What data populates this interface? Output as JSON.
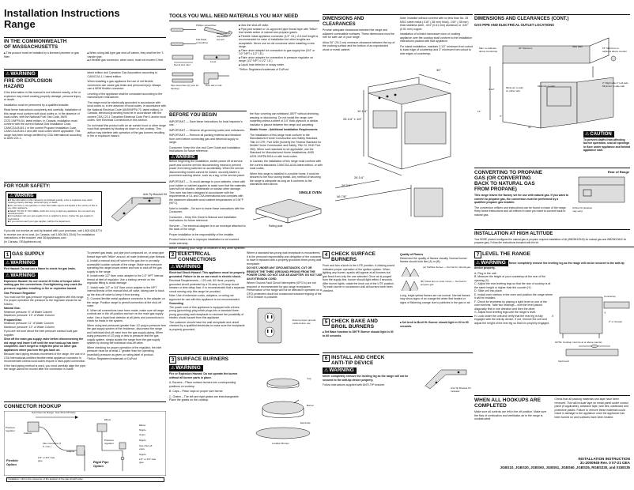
{
  "title": "Installation Instructions\nRange",
  "ma": {
    "heading": "IN THE COMMONWEALTH\nOF MASSACHUSETTS",
    "b1": "This product must be installed by a licensed plumber or gas fitter.",
    "b2": "When using ball type gas shut-off valves, they shall be the T-handle type.",
    "b3": "A flexible gas connector, when used, must not exceed 3 feet."
  },
  "fire": {
    "warn": "WARNING",
    "heading": "FIRE OR EXPLOSION\nHAZARD",
    "p1": "If the information in this manual is not followed exactly, a fire or explosion may result causing property damage, personal injury or death.",
    "p2": "Installation must be performed by a qualified installer.",
    "p3": "Read these instructions completely and carefully. Installation of this range must conform with local codes or, in the absence of local codes, with the National Fuel Gas Code, ANSI Z223.1/NFPA.54, latest edition. In Canada, installation must conform with the current Natural Gas Installation Code, CAN/CGA-B149.1 or the current Propane Installation Code, CAN/CGA-B149.2 and with local codes where applicable. This range has been design-certified by CSA International according to ANSI Z21.1,",
    "p4": "latest edition and Canadian Gas Association according to CAN/CGA-1.1 latest edition.",
    "p5": "When installing a gas appliance the use of old flexible connectors can cause gas leaks and personal injury. Always use a NEW flexible connector.",
    "p6": "Leveling of the appliance shall be conducted according to the manufacturer instructions.",
    "p7": "The range must be electrically grounded in accordance with local codes or, in the absence of local codes, in accordance with the National Electrical Code (ANSI/NFPA 70, latest edition). In Canada, electrical grounding must be in accordance with the current CSA C22.1 Canadian Electrical Code Part 1 and/or local codes. See Electrical Connections in this section.",
    "p8": "Do not install this product with an air curtain hood or other range hood that operates by blowing air down on the cooktop. This airflow may interfere with operation of the gas burners resulting in fire or explosion hazard."
  },
  "safety": {
    "heading": "FOR YOUR SAFETY:",
    "items": [
      "If the information in this manual is not followed exactly, a fire or explosion may result causing property damage, personal injury or death.",
      "Do not store or use gasoline or other flammable vapors and liquids in the vicinity of this or any other appliance.",
      "WHAT TO DO IF YOU SMELL GAS: Do not try to light any appliance. Do not touch any electrical switch.",
      "Immediately call your gas supplier from a neighbor's phone. Follow the gas supplier's instructions.",
      "If you cannot reach your gas supplier, call the fire department."
    ],
    "anti_tip": "Anti-Tip Bracket Kit Included",
    "note": "If you did not receive an anti-tip bracket with your purchase, call 1.800.626.8774 to receive one at no cost. (In Canada, call 1.800.561.3344) For installation instructions of the bracket, visit GEAppliances.com",
    "canada": "(In Canada, GEAppliances.ca)"
  },
  "tools": {
    "heading": "TOOLS YOU WILL NEED MATERIALS YOU MAY NEED",
    "labels": [
      "Phillips screwdriver",
      "Open-end or adjustable wrench",
      "Flat-blade screwdriver",
      "Pencil and ruler",
      "Level",
      "Pipe wrenches (2) (one for backup)",
      "Drill, awl or nail"
    ],
    "materials": [
      "Gas line shut-off valve.",
      "Pipe joint sealant or UL-approved pipe thread tape with Teflon* that resists action of natural and propane gases.",
      "Flexible metal appliance connector (1/2\" I.D.). A 5-foot length is recommended for ease of installation but other lengths are acceptable. Never use an old connector when installing a new range.",
      "Flare union adapter for connection to gas supply line (3/4\" or 1/2\" NPT x 1/2\" I.D.)",
      "Flare union adapter for connection to pressure regulator on range (1/2\" NPT x 1/2\" I.D.)",
      "Liquid leak detector or soapy water."
    ],
    "teflon": "*Teflon: Registered trademark of DuPont"
  },
  "before": {
    "heading": "BEFORE YOU BEGIN",
    "p1": "IMPORTANT — Save these instructions for local inspector's use.",
    "p2": "IMPORTANT — Observe all governing codes and ordinances.",
    "p3": "IMPORTANT — Remove all packing material and literature from oven before connecting gas and electrical supply to range.",
    "p4": "Consumer: Keep this Use and Care Guide and Installation Instructions for future reference.",
    "p5": "Note to Installer – Be sure to leave these instructions with the Consumer.",
    "p6": "Consumer – Keep this Owner's Manual and Installation Instructions for future reference.",
    "p7": "Servicer – The electrical diagram is in an envelope attached to the back of the range.",
    "p8": "Proper installation is the responsibility of the installer.",
    "p9": "Product failure due to improper installation is not covered under warranty.",
    "p10": "Before installing your range on linoleum or any other synthetic floor covering, make sure",
    "warn_text": "Before beginning the installation, switch power off at service panel and lock the service disconnecting means to prevent power from being switched on accidentally. When the service disconnecting means cannot be locked, securely fasten a prominent warning device, such as a tag, to the service panel.",
    "to_avoid": "IMPORTANT — To avoid damage to your cabinets, check with your builder or cabinet supplier to make sure that the materials used will not discolor, delaminate or sustain other damage. This oven has been designed in accordance with the requirements of UL and CSA International and complies with the maximum allowable wood cabinet temperatures of 194°F (90°C)."
  },
  "floor": {
    "p1": "the floor covering can withstand 180°F without shrinking, warping or discoloring. Do not install the range over carpeting unless a sheet of 1/4\" thick plywood or similar insulator is placed between the range and carpeting.",
    "p2": "Mobile Home - Additional Installation Requirements",
    "p3": "The installation of this range must conform to the Manufactured Home Construction and Safety Standard, Title 24 CFR, Part 3280 (formerly the Federal Standard for Mobile Home Construction and Safety, Title 24, HUD Part 280). When such standard is not applicable, use the Standard for Manufactured Home Installations, ANSI A225.1/NFPA 501A or with local codes.",
    "p4": "In Canada, the installation of this range must conform with the current standards CAN/CSA-A240-latest edition, or with local codes.",
    "p5": "When this range is installed in a mobile home, it must be secured to the floor during transit. Any method of securing the range is adequate as long as it conforms to the standards listed above.",
    "single_oven": "SINGLE OVEN",
    "railing": "Railing plate"
  },
  "dims": {
    "heading": "DIMENSIONS AND\nCLEARANCES",
    "p1": "Provide adequate clearances between the range and adjacent combustible surfaces. These dimensions must be met for safe use of your range.",
    "p2": "Allow 30\" (76.2 cm) minimum clearance between the top of the cooking surface and the bottom of an unprotected wood or metal cabinet.",
    "p3": "Note: Installed without covered with no less than No. 28 MSG sheet metal (.015\" (.38 mm) thick), .015\" (.38 mm) thick stainless steel, .024\" (0.61 mm) aluminum or .020\" (0.51 mm) copper.",
    "p4": "Installation of a listed microwave oven or cooking appliance over the cooktop shall conform to the installation instructions packed with that appliance.",
    "p5": "For island installation, maintain 2-1/2\" minimum from cutout to back edge of countertop and 3\" minimum from cutout to side edges of countertop.",
    "w": "30\"",
    "d1": "26 1/4\" ± 1/4\"",
    "d2": "10 1/4\"",
    "d3": "26 1/4\"",
    "d4": "28 3/4\"",
    "d5": "46 7/8\""
  },
  "clearances": {
    "heading": "DIMENSIONS AND CLEARANCES (CONT.)",
    "sub": "GAS PIPE AND ELECTRICAL OUTLET LOCATIONS",
    "labels": [
      "Max. to cabinets above countertop",
      "30\" Minimum",
      "Side Wall",
      "15\" Minimum to cabinets above counter",
      "Minimum to wall on either side",
      "Minimum to wall",
      "2\" Right side 2\" Left side Minimum to side wall",
      "4 1/2\"",
      "3\"",
      "13\"",
      "36\""
    ]
  },
  "caution": {
    "label": "CAUTION",
    "text": "To prevent drafts from affecting burner operation, seal all openings in floor under appliance and behind appliance wall."
  },
  "propane": {
    "heading": "CONVERTING TO PROPANE\nGAS (OR CONVERTING\nBACK TO NATURAL GAS\nFROM PROPANE)",
    "b": "This range leaves the factory set for use with natural gas. If you want to convert to propane gas, the conversion must be performed by a qualified propane gas installer.",
    "p": "The conversion orifices and instructions can be found on back of the range. Keep these instructions and all orifices in case you want to convert back to natural gas.",
    "rear": "Rear of Range",
    "orifice": "Orifice Kit (location may vary)"
  },
  "altitude": {
    "heading": "INSTALLATION AT HIGH ALTITUDE",
    "text": "Your BGSE product configured for natural gas or propane requires installation of kit (WB28K10543) for natural gas and WB28K10542 for propane gas). Follow the instructions included with the kit."
  },
  "gas": {
    "num": "1",
    "heading": "GAS SUPPLY",
    "warn": "WARNING",
    "fire_hazard": "Fire Hazard: Do not use a flame to check for gas leaks.",
    "explosion": "Explosion Hazard: Do not exceed 20 N-lbs of torque when making gas line connections. Overtightening may crack the pressure regulator resulting in fire or explosion hazard.",
    "regulator": "Gas Pressure Regulator",
    "p1": "You must use the gas pressure regulator supplied with this range. For proper operation the pressure to the regulator should be as follows:",
    "ng": "Natural Gas:",
    "ng1": "Minimum pressure: 6\" of Water Column",
    "ng2": "Maximum pressure: 13\" of Water Column",
    "lp": "Propane/Gas:",
    "lp1": "Minimum pressure: 11\" of Water Column",
    "lp2": "Maximum pressure: 13\" of Water Column",
    "p2": "If you are not sure about the inlet pressure contact local gas supplier.",
    "p3": "Shut off the main gas supply valve before disconnecting the old range and leave it off until the new hook-up has been completed. Don't forget to relight the pilot on other gas appliances when you turn the gas back on.",
    "p4": "Because hard piping restricts movement of the range, the use of a CSA International-certified flexible metal appliance connector is recommended unless local codes require a hard-piped connection.",
    "p5": "If the hard piping method is used, you must carefully align the pipe; the range cannot be moved after the connection is made.",
    "col2": "To prevent gas leaks, put pipe joint compound on, or wrap pipe thread tape with Teflon* around, all male (external) pipe threads.",
    "stepA": "A. Install a manual shut-off valve in the gas line in an easily accessible location outside of the range. Make sure everyone operating the range knows where and how to shut off the gas supply to the range.",
    "stepB": "B. Install male 1/2\" flare union adapter to the 1/2\" NPT internal thread at inlet of regulator. Use a backup wrench on the regulator fitting to avoid damage.",
    "stepC": "C. Install male 1/2\" or 3/4\" flare union adapter to the NPT internal thread of the manual shut-off valve, taking care to back up the shut-off valve to keep it from turning.",
    "stepD": "D. Connect flexible metal appliance connector to the adapter on the range. Position range to permit connection at the shut-off valve.",
    "stepE": "E. When all connections have been made, make sure all range controls are in the off position and turn on the main gas supply valve. Use a liquid leak detector at all joints and connections to check for leaks in the system.",
    "caution2": "When using test pressures greater than 1/2 psig to pressure test the gas supply system of the residence, disconnect the range and individual shut-off valve from the gas supply piping. When using pressures of 1/2 psig or less to pressure test the gas supply system, simply isolate the range from the gas supply system by closing the individual shut-off valve.",
    "caution3": "When checking for proper operation of the regulator, the inlet pressure must be at least 1\" greater than the operating (manifold) pressure as given on rating label of product.",
    "teflon": "*Teflon: Registered trademark of DuPont"
  },
  "connector": {
    "heading": "CONNECTOR HOOKUP",
    "caption": "Installation: Inform the consumer of the location of the gas shutoff valve.",
    "flexible": "Flexible\nOption",
    "rigid": "Rigid Pipe\nOption",
    "labels": [
      "Pressure regulator",
      "Adapter",
      "Flex connector (6 ft. max.)",
      "Gas Flow into Range",
      "Gas Shut-Off Valve",
      "1/2\" or 3/4\" Gas pipe",
      "Adapter",
      "Elbow",
      "Pressure regulator",
      "Union",
      "Nipple",
      "Gas shut-off valve",
      "Elbow",
      "Nipple",
      "Nipple",
      "1/2\" or 3/4\" Gas pipe"
    ]
  },
  "elec": {
    "num": "2",
    "heading": "ELECTRICAL\nCONNECTIONS",
    "warn": "WARNING",
    "shock": "Electrical Shock Hazard: This appliance must be properly grounded. Failure to do so can result in electric shock.",
    "req": "Electrical Requirements – 120-volt, 60 Hertz, properly grounded circuit protected by a 15-amp or 20-amp circuit breaker or time delay fuse. It is recommended that a separate circuit serving only this range be provided.",
    "note": "Note: Use of extension cords, adapters, or wiring not approved for use with this appliance is not recommended.",
    "grounding": "Grounding",
    "g1": "The power cord of this appliance is equipped with a three-prong (grounding) plug which plugs into a standard three-prong grounding wall receptacle to minimize the possibility of electric shock hazard from this appliance.",
    "g2": "The customer should have the wall receptacle and circuit checked by a qualified electrician to make sure the receptacle is properly grounded.",
    "g3": "Where a standard two-prong wall receptacle is encountered, it is the personal responsibility and obligation of the customer to have it replaced with a properly grounded three-prong wall receptacle.",
    "g4": "DO NOT, UNDER ANY CIRCUMSTANCES, CUT OR REMOVE THE THIRD (GROUND) PRONG FROM THE POWER CORD. DO NOT USE AN ADAPTER. DO NOT USE AN EXTENSION CORD.",
    "g5": "Where Ground-Fault Circuit Interrupters (GFCI's) are not required or recommended for gas range receptacles. Performance of the range will not be affected if operated on a GFCI-protected circuit but occasional nuisance tripping of the GFCI breaker is possible.",
    "plug": "Ensure proper ground exists before use"
  },
  "surface": {
    "num": "3",
    "heading": "SURFACE BURNERS",
    "warn": "WARNING",
    "fire": "Fire or Explosion Hazard: Do not operate the burner without all burner parts in place.",
    "a": "A. Burners – Place surface burners into corresponding positions on cooktop.",
    "b": "B. Caps – Place caps on proper size burner.",
    "c": "C. Grates – The left and right grates are interchangeable. Place the grates on the cooktop.",
    "labels": [
      "Cap",
      "Burner",
      "Electrode",
      "Location Bumps"
    ]
  },
  "check": {
    "num": "4",
    "heading": "CHECK SURFACE\nBURNERS",
    "p1": "Push and turn a knob to the LITE position. A clicking sound indicates proper operation of the ignition system. When lighting any burner, sparks will appear at all burners but gas flows from only the one selected. Once air is purged from the supply line, burner should light within 4 seconds. After burner lights, rotate the knob out of the LITE position. Try each burner in succession until all burners have been checked.",
    "quality": "Quality of Flames",
    "q1": "Determine the quality of flames visually. Normal burner flames should look like (A) or (B).",
    "a": "(A) Softblue flames — Normal for natural gas",
    "b": "(B) Yellow tips on outer cones — Normal for propane gas",
    "q2": "Long, bright yellow flames are not normal. Normal flames may show signs of an orange tint when first heated or signs of flickering orange due to particles in the gas or air."
  },
  "bake": {
    "num": "5",
    "heading": "CHECK BAKE AND\nBROIL BURNERS",
    "p": "Set Bake function to 350°F. Burner should light in 30 to 60 seconds.",
    "p2": "Set broil to Broil Hi. Burner should light in 30 to 60 seconds."
  },
  "antitip": {
    "num": "6",
    "heading": "INSTALL AND CHECK\nANTI-TIP DEVICE",
    "warn": "WARNING",
    "p1": "Never completely remove the leveling leg as the range will not be secured to the anti-tip device properly.",
    "p2": "Follow instructions supplied with ANTI-TIP bracket.",
    "kit": "Anti-Tip Bracket Kit Included"
  },
  "level": {
    "num": "7",
    "heading": "LEVEL THE RANGE",
    "warn": "WARNING",
    "w": "Never completely remove the leveling leg as the range will not be secured to the anti-tip device properly.",
    "a": "A. Plug in the unit.",
    "b": "B. Measure the height of your countertop at the rear of the opening (X).",
    "c": "C. Adjust the rear leveling legs so that the rear of cooktop is at the same height or higher than the counter (Y).",
    "d": "D. Slide unit into place.",
    "e": "E. Install oven shelves in the oven and position the range where it will be installed.",
    "f": "F. Check for levelness by placing a spirit level on one of the oven shelves. Take two readings – with the level placed diagonally first in one direction and then the other.",
    "g": "G. Adjust front leveling legs until the range is level.",
    "h": "H. Look under the unit and verify that the rear leg is fully engaged with the anti-tip device. If not, remove the unit and adjust the height of the rear leg so that it is properly engaged.",
    "labels": [
      "Countertop",
      "X",
      "Y",
      "Spirit level",
      "2\" or Greater"
    ],
    "note": "NOTE: Cooktop must be at or above counter."
  },
  "completed": {
    "heading": "WHEN ALL HOOKUPS ARE\nCOMPLETED",
    "p1": "Make sure all controls are left in the off position. Make sure the flow of combustion and ventilation air to the range is unobstructed.",
    "p2": "Check that all packing materials and tape have been removed. This will include tape on metal panel under control panel (if applicable), adhesive tape, wire ties, cardboard and protective plastic. Failure to remove these materials could result in damage to the appliance once the appliance has been turned on and surfaces have been heated."
  },
  "footer": {
    "label": "INSTALLATION INSTRUCTION",
    "code": "31-2000945 Rev. 0 07-21 GEA",
    "models": "JGBS10, JGBS30, JGBS60, JGBS61, JGBS60, JGBS35, RGBS330, and XGBS35"
  }
}
